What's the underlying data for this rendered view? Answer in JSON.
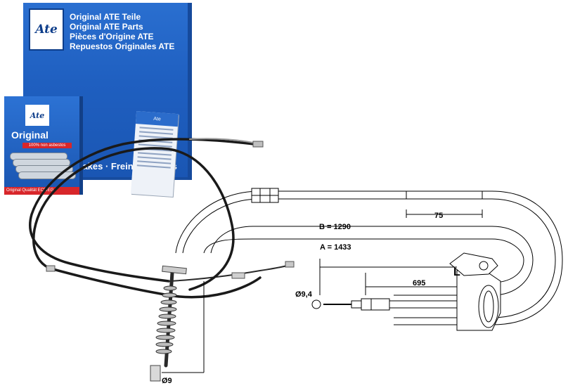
{
  "box": {
    "logo_text": "Ate",
    "titles": [
      "Original ATE Teile",
      "Original ATE Parts",
      "Pièces d'Origine ATE",
      "Repuestos Originales ATE"
    ],
    "strip_text": "Brakes · Freins · Frenos"
  },
  "pad_box": {
    "logo_text": "Ate",
    "word": "Original",
    "badge": "100% non asbestos",
    "bottom_band": "Original Qualität ECE/EG"
  },
  "leaflet": {
    "header": "Ate"
  },
  "diagram": {
    "dim_75": "75",
    "dim_b": "B = 1290",
    "dim_a": "A = 1433",
    "dim_695": "695",
    "dim_d94": "Ø9,4",
    "dim_d9": "Ø9",
    "side_label": "L"
  },
  "colors": {
    "box_blue": "#1f5fc0",
    "cable_black": "#1a1a1a",
    "drawing_line": "#000000"
  }
}
